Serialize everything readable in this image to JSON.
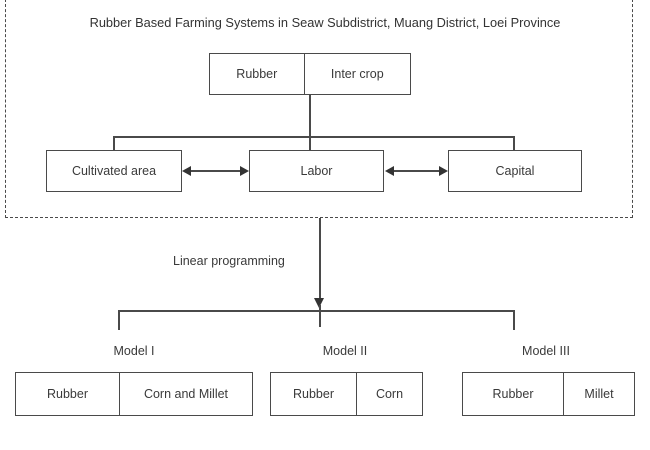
{
  "diagram": {
    "title": "Rubber Based Farming Systems in Seaw Subdistrict, Muang District, Loei Province",
    "process_label": "Linear programming",
    "system_box": {
      "cells": [
        {
          "label": "Rubber"
        },
        {
          "label": "Inter crop"
        }
      ]
    },
    "factors": [
      {
        "label": "Cultivated area"
      },
      {
        "label": "Labor"
      },
      {
        "label": "Capital"
      }
    ],
    "models": [
      {
        "label": "Model I",
        "cells": [
          {
            "label": "Rubber"
          },
          {
            "label": "Corn and Millet"
          }
        ]
      },
      {
        "label": "Model II",
        "cells": [
          {
            "label": "Rubber"
          },
          {
            "label": "Corn"
          }
        ]
      },
      {
        "label": "Model III",
        "cells": [
          {
            "label": "Rubber"
          },
          {
            "label": "Millet"
          }
        ]
      }
    ],
    "colors": {
      "line": "#4a4a4a",
      "text": "#3a3a3a",
      "background": "#ffffff",
      "arrow": "#333333"
    }
  }
}
